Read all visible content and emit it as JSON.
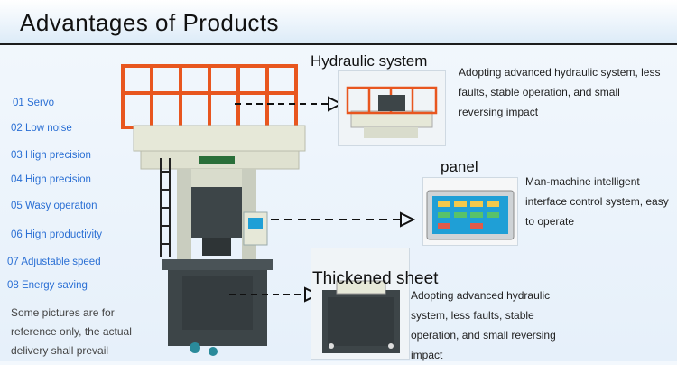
{
  "header": {
    "title": "Advantages of Products"
  },
  "features": [
    {
      "label": "01 Servo"
    },
    {
      "label": "02 Low noise"
    },
    {
      "label": "03 High precision"
    },
    {
      "label": "04 High precision"
    },
    {
      "label": "05 Wasy operation"
    },
    {
      "label": "06 High productivity"
    },
    {
      "label": "07  Adjustable speed"
    },
    {
      "label": "08 Energy saving"
    }
  ],
  "note": "Some pictures are for reference only, the actual delivery shall prevail",
  "sections": {
    "hydraulic": {
      "title": "Hydraulic system",
      "description": "Adopting advanced hydraulic system, less faults, stable operation, and small reversing impact"
    },
    "panel": {
      "title": "panel",
      "description": "Man-machine intelligent interface control system, easy to operate"
    },
    "sheet": {
      "title": "Thickened sheet",
      "description": "Adopting advanced hydraulic system, less faults, stable operation, and small reversing impact"
    }
  },
  "colors": {
    "feature_text": "#2a6fd4",
    "railing": "#e8561f",
    "machine_body": "#e6e8d8",
    "machine_dark": "#3d4548",
    "screen": "#1f9fd6"
  },
  "images": {
    "press": "hydraulic-press-machine",
    "hydraulic": "hydraulic-system-photo",
    "panel": "control-panel-photo",
    "sheet": "thickened-sheet-photo"
  }
}
